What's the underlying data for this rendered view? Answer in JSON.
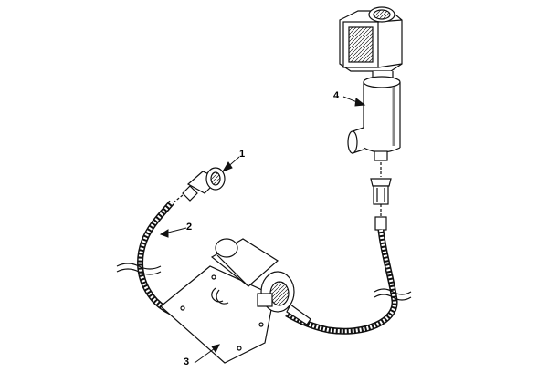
{
  "callouts": {
    "c1": "1",
    "c2": "2",
    "c3": "3",
    "c4": "4"
  },
  "colors": {
    "line": "#111111",
    "fill": "#ffffff",
    "shade": "#cfcfcf"
  }
}
